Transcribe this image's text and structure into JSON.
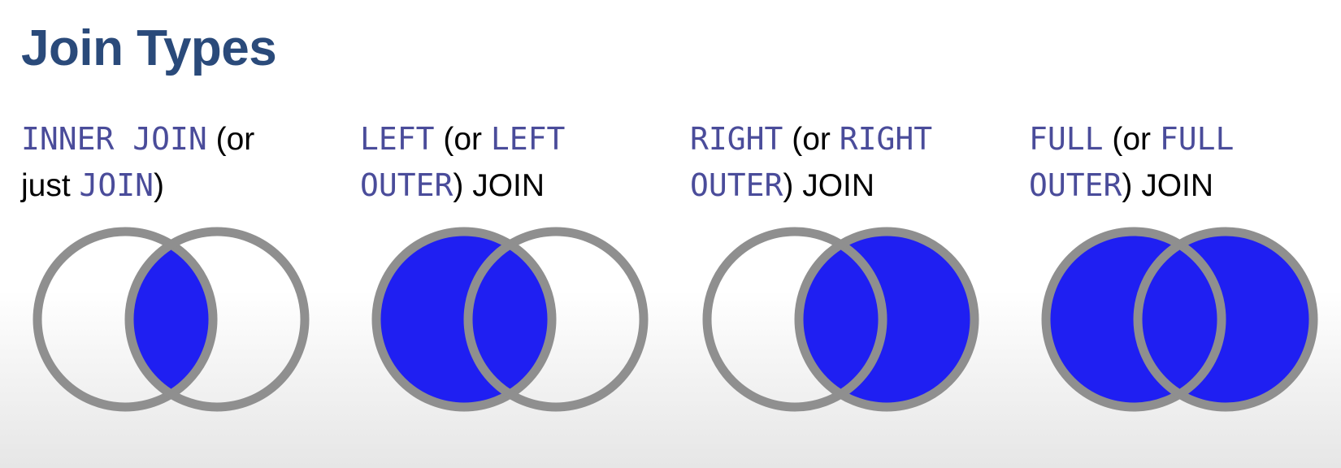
{
  "title": "Join Types",
  "colors": {
    "title": "#2a4a7a",
    "keyword": "#4a4c9a",
    "fill": "#1f1ff2",
    "ring": "#8f8f8f"
  },
  "joins": [
    {
      "id": "inner",
      "shaded": "intersection",
      "line1": [
        {
          "text": "INNER JOIN",
          "kw": true
        },
        {
          "text": " (or",
          "kw": false
        }
      ],
      "line2": [
        {
          "text": "just ",
          "kw": false
        },
        {
          "text": "JOIN",
          "kw": true
        },
        {
          "text": ")",
          "kw": false
        }
      ]
    },
    {
      "id": "left",
      "shaded": "left",
      "line1": [
        {
          "text": "LEFT",
          "kw": true
        },
        {
          "text": " (or ",
          "kw": false
        },
        {
          "text": "LEFT",
          "kw": true
        }
      ],
      "line2": [
        {
          "text": "OUTER",
          "kw": true
        },
        {
          "text": ") JOIN",
          "kw": false
        }
      ]
    },
    {
      "id": "right",
      "shaded": "right",
      "line1": [
        {
          "text": "RIGHT",
          "kw": true
        },
        {
          "text": " (or ",
          "kw": false
        },
        {
          "text": "RIGHT",
          "kw": true
        }
      ],
      "line2": [
        {
          "text": "OUTER",
          "kw": true
        },
        {
          "text": ") JOIN",
          "kw": false
        }
      ]
    },
    {
      "id": "full",
      "shaded": "full",
      "line1": [
        {
          "text": "FULL",
          "kw": true
        },
        {
          "text": " (or ",
          "kw": false
        },
        {
          "text": "FULL",
          "kw": true
        }
      ],
      "line2": [
        {
          "text": "OUTER",
          "kw": true
        },
        {
          "text": ") JOIN",
          "kw": false
        }
      ]
    }
  ]
}
